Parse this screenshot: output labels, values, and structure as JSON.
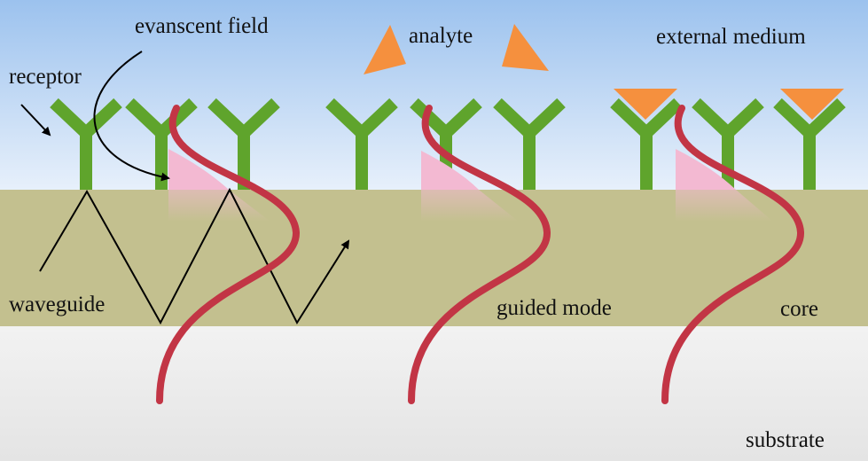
{
  "labels": {
    "evanescent_field": "evanscent field",
    "analyte": "analyte",
    "external_medium": "external medium",
    "receptor": "receptor",
    "waveguide": "waveguide",
    "guided_mode": "guided mode",
    "core": "core",
    "substrate": "substrate"
  },
  "colors": {
    "external_medium_top": "#9cc2ee",
    "external_medium_bottom": "#e7f0fb",
    "waveguide_core": "#c3c08f",
    "substrate_top": "#f2f2f2",
    "substrate_bottom": "#e6e6e6",
    "receptor": "#5fa42c",
    "analyte": "#f5903e",
    "guided_mode": "#c23545",
    "evanescent_field": "#f3b9d2",
    "ray": "#000000"
  }
}
